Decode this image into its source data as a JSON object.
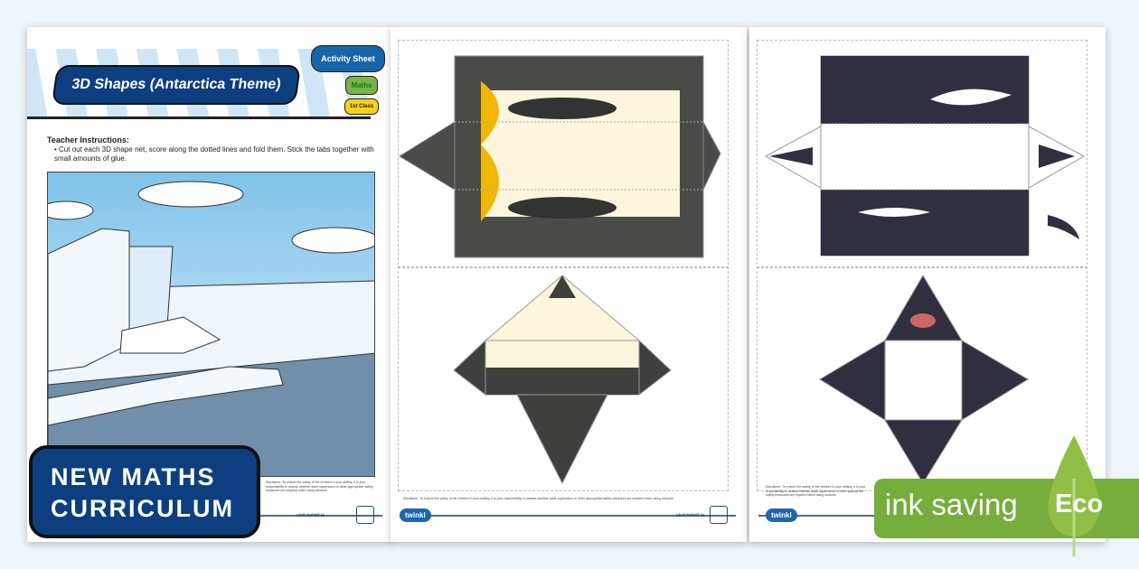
{
  "worksheet": {
    "title": "3D Shapes (Antarctica Theme)",
    "type_tag": "Activity Sheet",
    "subject_tag": "Maths",
    "class_tag": "1st Class",
    "instructions_heading": "Teacher Instructions:",
    "instructions": "Cut out each 3D shape net, score along the dotted lines and fold them. Stick the tabs together with small amounts of glue.",
    "disclaimer": "Disclaimer: To ensure the safety of the children in your setting, it is your responsibility to assess whether adult supervision or other appropriate safety measures are required when using scissors.",
    "visit": "visit twinkl.ie",
    "brand": "twinkl"
  },
  "badges": {
    "curriculum_line1": "NEW MATHS",
    "curriculum_line2": "CURRICULUM",
    "eco_label": "ink saving",
    "eco_word": "Eco"
  },
  "colors": {
    "background": "#eef5fb",
    "navy": "#0d3f80",
    "eco_green": "#76ad3c",
    "maths_green": "#7cb342",
    "class_yellow": "#f7d117"
  }
}
